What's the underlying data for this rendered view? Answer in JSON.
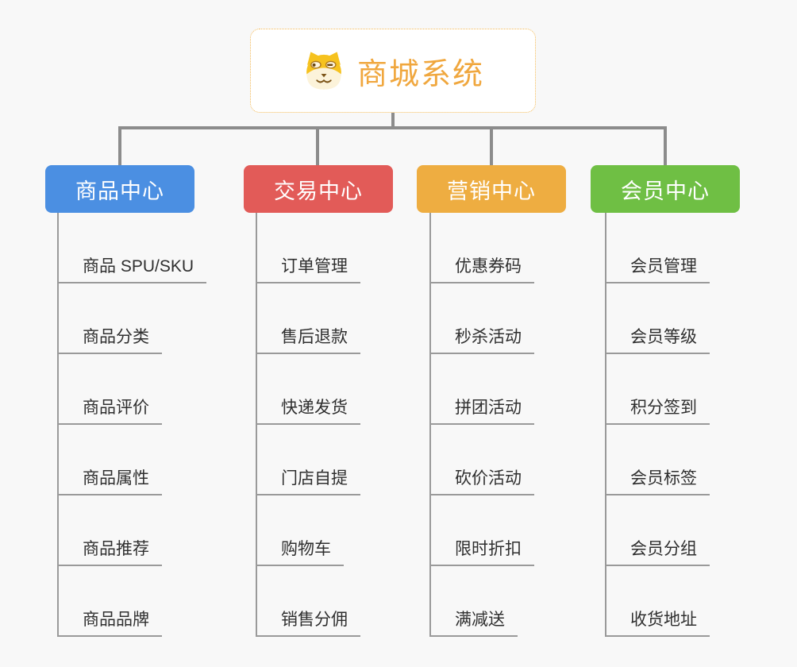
{
  "canvas": {
    "background": "#F8F8F8",
    "connector_color": "#8C8C8C",
    "subline_color": "#9A9A9A"
  },
  "root": {
    "title": "商城系统",
    "icon": "dog-face-icon",
    "text_color": "#F0A73E",
    "border_color": "#F3BA57"
  },
  "branches": [
    {
      "label": "商品中心",
      "color": "#4B8FE2",
      "items": [
        "商品 SPU/SKU",
        "商品分类",
        "商品评价",
        "商品属性",
        "商品推荐",
        "商品品牌"
      ]
    },
    {
      "label": "交易中心",
      "color": "#E25B58",
      "items": [
        "订单管理",
        "售后退款",
        "快递发货",
        "门店自提",
        "购物车",
        "销售分佣"
      ]
    },
    {
      "label": "营销中心",
      "color": "#EEAD41",
      "items": [
        "优惠券码",
        "秒杀活动",
        "拼团活动",
        "砍价活动",
        "限时折扣",
        "满减送"
      ]
    },
    {
      "label": "会员中心",
      "color": "#6FBF44",
      "items": [
        "会员管理",
        "会员等级",
        "积分签到",
        "会员标签",
        "会员分组",
        "收货地址"
      ]
    }
  ]
}
